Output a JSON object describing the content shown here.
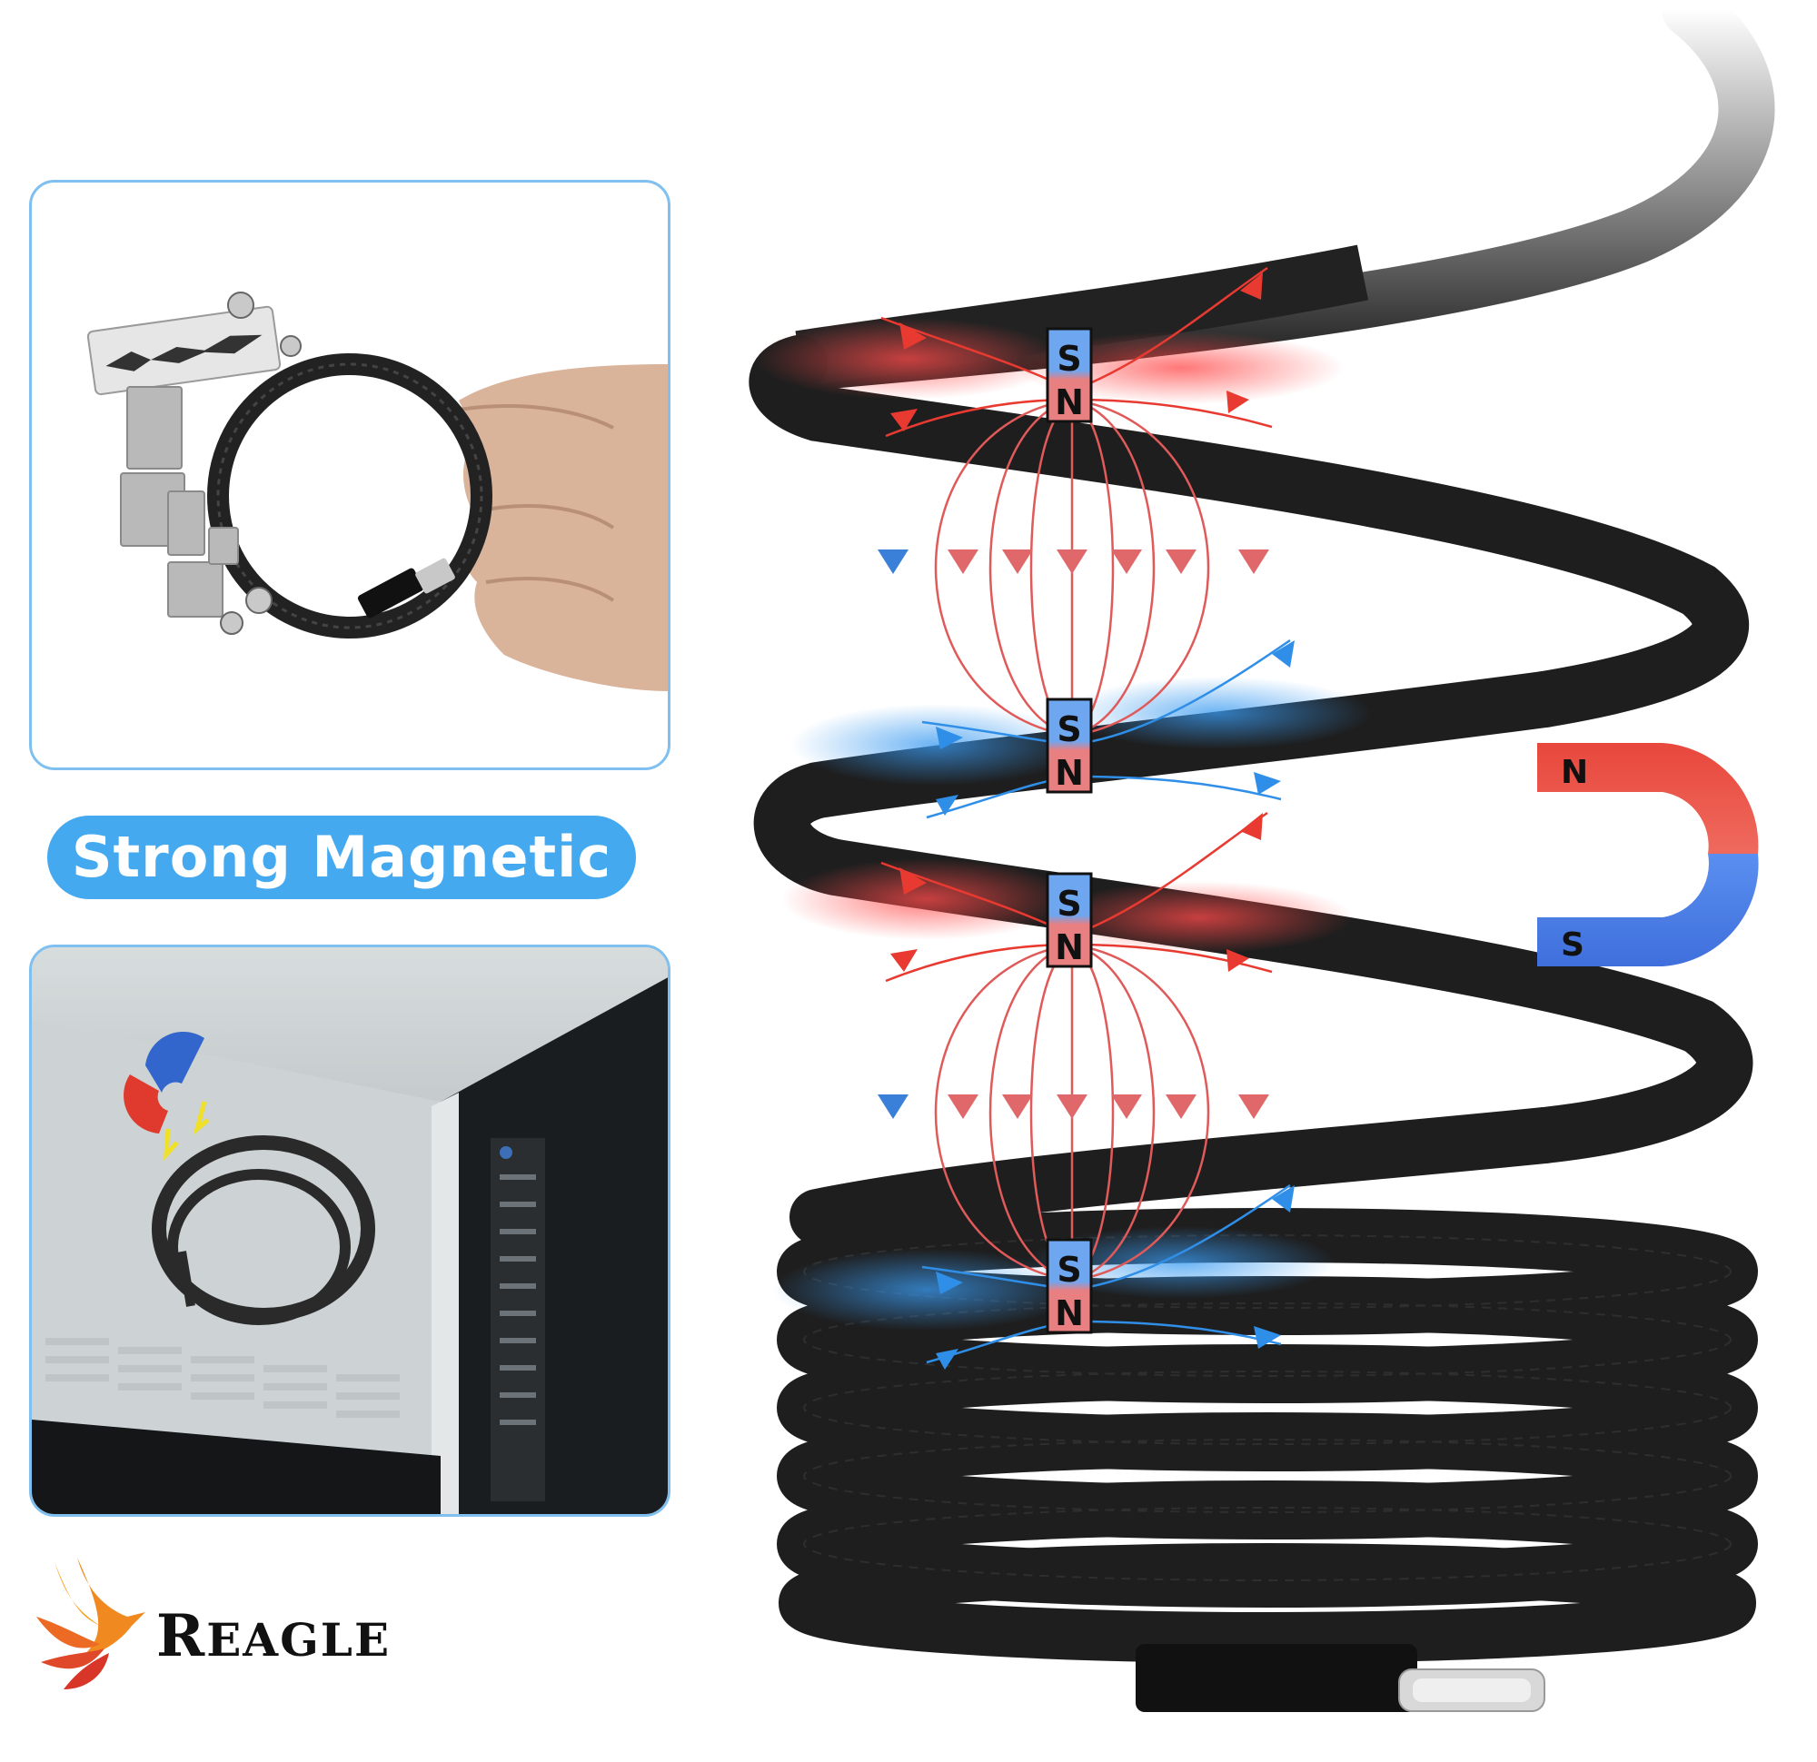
{
  "banner": {
    "feature_label": "Strong Magnetic"
  },
  "brand": {
    "name_first": "R",
    "name_rest": "EAGLE",
    "logo_icon": "phoenix-icon",
    "logo_colors": [
      "#f4a21c",
      "#ec6a24",
      "#d9362a"
    ]
  },
  "panels": {
    "top": {
      "description": "Hand holding coiled magnetic cable with razor blade, staples and nuts attached",
      "border_color": "#7fc0f0"
    },
    "bottom": {
      "description": "Coiled cable stuck to side of microwave oven with magnet icon",
      "border_color": "#7fc0f0"
    }
  },
  "magnet_markers": [
    {
      "top": "S",
      "bottom": "N"
    },
    {
      "top": "S",
      "bottom": "N"
    },
    {
      "top": "S",
      "bottom": "N"
    },
    {
      "top": "S",
      "bottom": "N"
    }
  ],
  "horseshoe_magnet": {
    "north_label": "N",
    "south_label": "S",
    "north_color": "#e8473c",
    "south_color": "#3f74e0"
  },
  "colors": {
    "accent_blue": "#45a9f0",
    "field_red": "#e84a3e",
    "field_blue": "#2f8fe8",
    "cable": "#1e1e1e"
  }
}
